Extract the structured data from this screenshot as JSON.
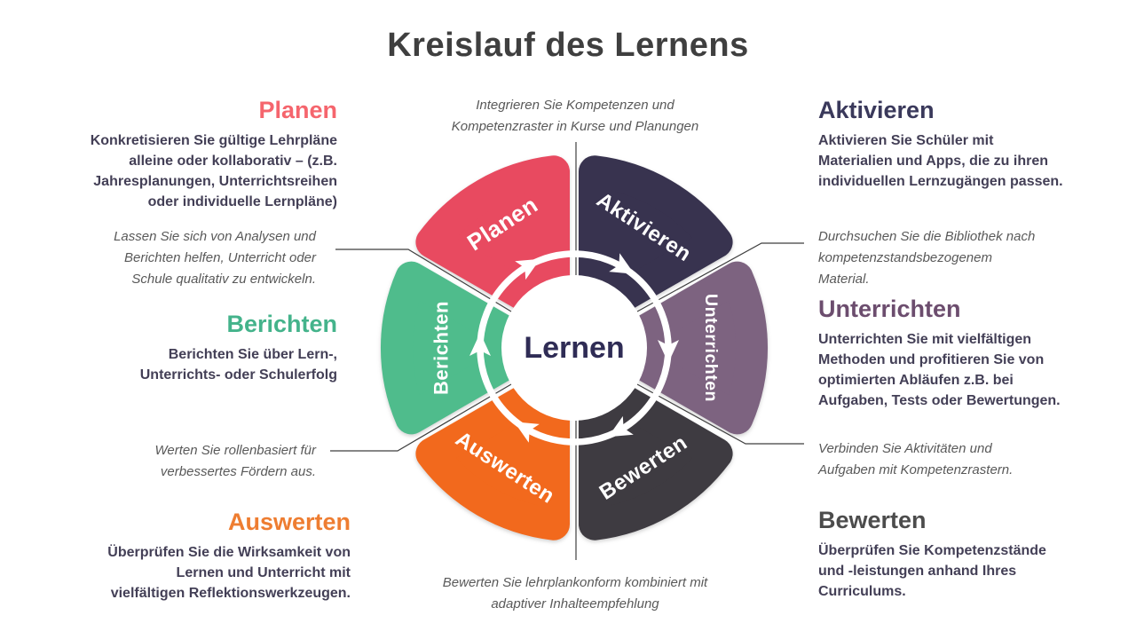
{
  "title": {
    "text": "Kreislauf des Lernens",
    "color": "#3F3F3F"
  },
  "diagram": {
    "center_label": "Lernen",
    "center_label_color": "#2F2C55",
    "ring_color": "#FFFFFF",
    "connector_color": "#3F3F3F",
    "petals": [
      {
        "id": "planen",
        "label": "Planen",
        "color": "#E84A60"
      },
      {
        "id": "aktivieren",
        "label": "Aktivieren",
        "color": "#38334F"
      },
      {
        "id": "unterrichten",
        "label": "Unterrichten",
        "color": "#7D6380"
      },
      {
        "id": "bewerten",
        "label": "Bewerten",
        "color": "#3E3B41"
      },
      {
        "id": "auswerten",
        "label": "Auswerten",
        "color": "#F2691D"
      },
      {
        "id": "berichten",
        "label": "Berichten",
        "color": "#4FBC8C"
      }
    ]
  },
  "sections": {
    "planen": {
      "heading": "Planen",
      "color": "#F5656D",
      "body": "Konkretisieren Sie gültige Lehrpläne\nalleine oder kollaborativ – (z.B.\nJahresplanungen,  Unterrichtsreihen\noder individuelle Lernpläne)"
    },
    "berichten": {
      "heading": "Berichten",
      "color": "#44B38B",
      "body": "Berichten Sie über Lern-,\nUnterrichts- oder Schulerfolg"
    },
    "auswerten": {
      "heading": "Auswerten",
      "color": "#EE7D31",
      "body": "Überprüfen Sie die Wirksamkeit von\nLernen und Unterricht mit\nvielfältigen Reflektionswerkzeugen."
    },
    "aktivieren": {
      "heading": "Aktivieren",
      "color": "#3A395B",
      "body": "Aktivieren Sie Schüler mit\nMaterialien und Apps, die zu ihren\nindividuellen Lernzugängen passen."
    },
    "unterrichten": {
      "heading": "Unterrichten",
      "color": "#6C4D6E",
      "body": "Unterrichten Sie mit vielfältigen\nMethoden und profitieren Sie von\noptimierten Abläufen z.B. bei\nAufgaben, Tests oder Bewertungen."
    },
    "bewerten": {
      "heading": "Bewerten",
      "color": "#4C4C4C",
      "body": "Überprüfen Sie Kompetenzstände\nund -leistungen anhand Ihres\nCurriculums."
    }
  },
  "notes": {
    "top": "Integrieren Sie Kompetenzen und\nKompetenzraster in Kurse und Planungen",
    "bottom": "Bewerten Sie lehrplankonform kombiniert mit\nadaptiver Inhalteempfehlung",
    "analysen": "Lassen Sie sich von Analysen und\nBerichten helfen, Unterricht oder\nSchule qualitativ zu entwickeln.",
    "rollen": "Werten Sie rollenbasiert für\nverbessertes Fördern aus.",
    "bibliothek": "Durchsuchen Sie die Bibliothek nach\nkompetenzstandsbezogenem\nMaterial.",
    "aktivitaeten": "Verbinden Sie Aktivitäten und\nAufgaben mit Kompetenzrastern."
  }
}
